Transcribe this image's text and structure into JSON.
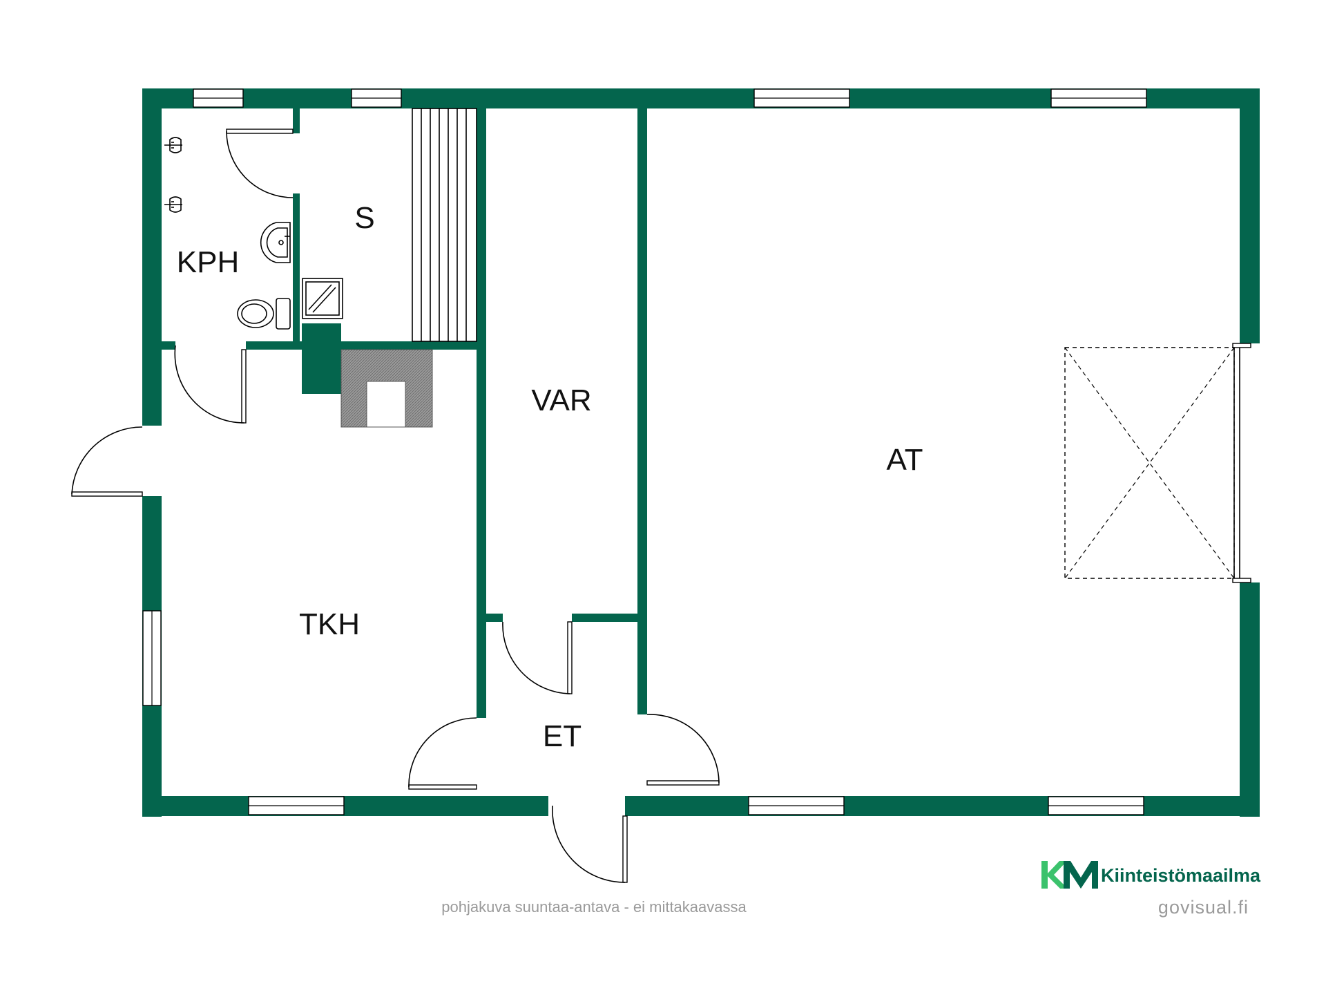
{
  "rooms": {
    "kph": "KPH",
    "s": "S",
    "var": "VAR",
    "at": "AT",
    "tkh": "TKH",
    "et": "ET"
  },
  "footer": {
    "disclaimer": "pohjakuva suuntaa-antava - ei mittakaavassa",
    "brand_logo": "KM",
    "brand_name": "Kiinteistömaailma",
    "site": "govisual.fi"
  },
  "colors": {
    "wall": "#04654d",
    "logo_accent": "#3bc26c",
    "footer_text": "#9a9a9a"
  }
}
